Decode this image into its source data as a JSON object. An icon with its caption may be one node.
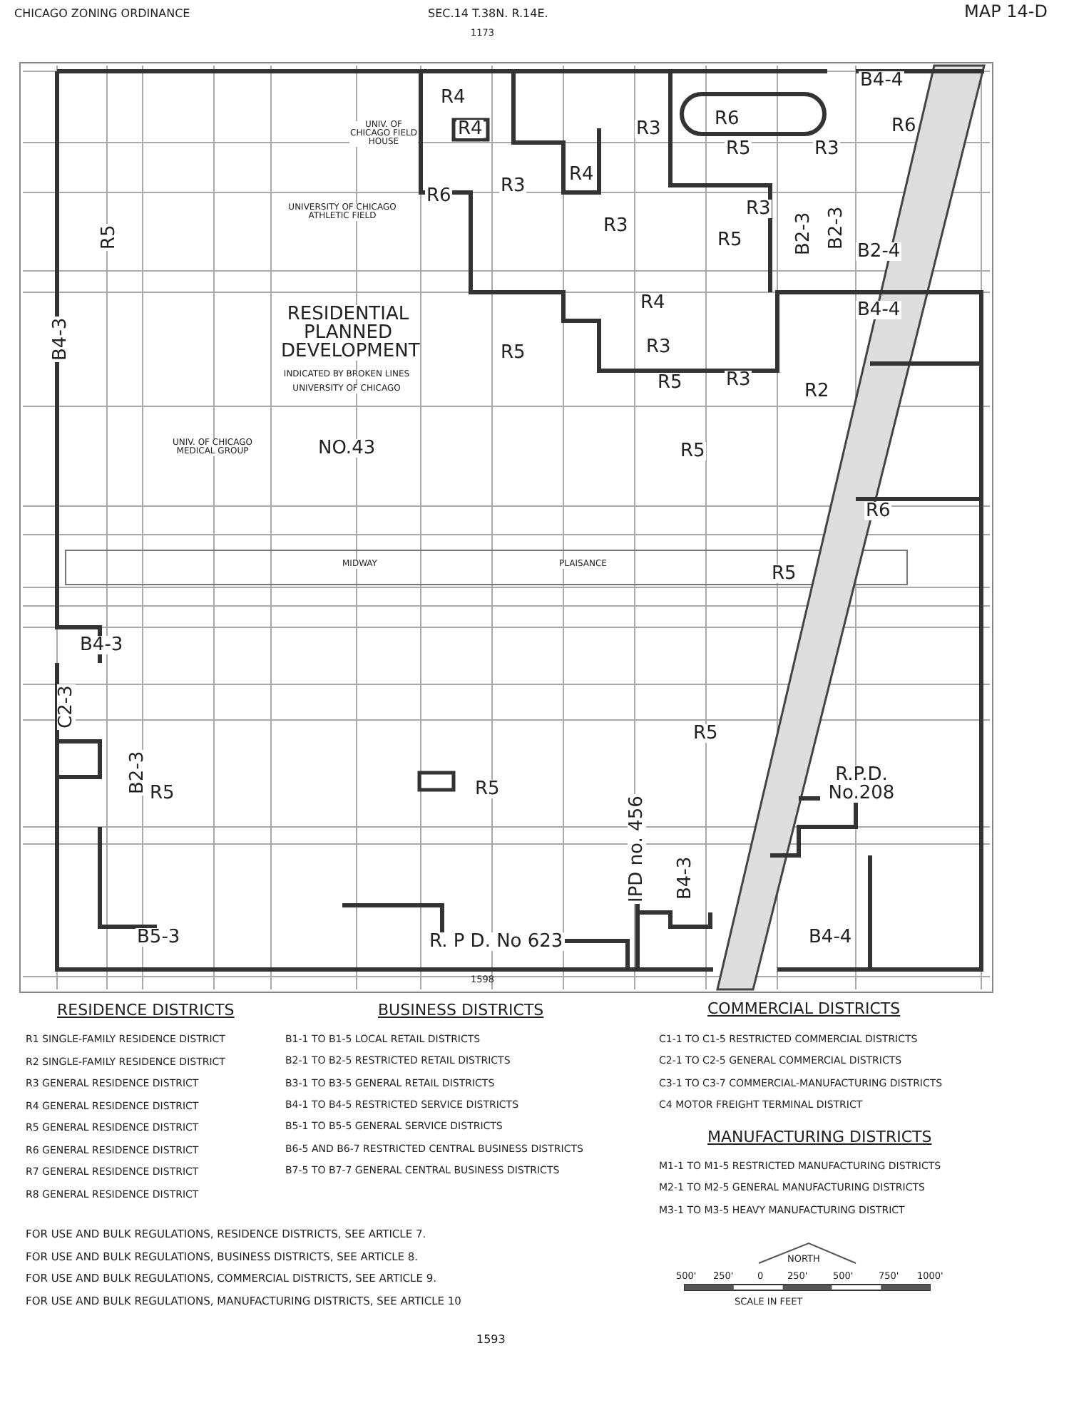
{
  "diagram": {
    "title": "MAP 14-D",
    "labels": [
      "CHICAGO ZONING ORDINANCE",
      "SEC.14 T.38N. R.14E.",
      "1173",
      "R6",
      "B4-4",
      "R4",
      "R4",
      "R3",
      "R4",
      "R6",
      "R5",
      "R3",
      "R3",
      "R6",
      "R5",
      "R3",
      "R3",
      "B2-3",
      "B2-3",
      "R5",
      "B2-4",
      "UNIV. OF CHICAGO FIELD HOUSE",
      "UNIVERSITY OF CHICAGO ATHLETIC FIELD",
      "B4-3",
      "RESIDENTIAL PLANNED DEVELOPMENT",
      "INDICATED BY BROKEN LINES",
      "UNIVERSITY OF CHICAGO",
      "NO.43",
      "R5",
      "R4",
      "R3",
      "R5",
      "R3",
      "B4-4",
      "R2",
      "UNIV. OF CHICAGO MEDICAL GROUP",
      "R5",
      "R6",
      "MIDWAY",
      "PLAISANCE",
      "R5",
      "B4-3",
      "C2-3",
      "R5",
      "B2-3",
      "R5",
      "R5",
      "R.P.D. No.208",
      "IPD no. 456",
      "B4-3",
      "B5-3",
      "R. P D. No 623",
      "B4-4",
      "1598",
      "RESIDENCE DISTRICTS",
      "R1 SINGLE-FAMILY RESIDENCE DISTRICT",
      "R2 SINGLE-FAMILY RESIDENCE DISTRICT",
      "R3 GENERAL RESIDENCE DISTRICT",
      "R4 GENERAL RESIDENCE DISTRICT",
      "R5 GENERAL RESIDENCE DISTRICT",
      "R6 GENERAL RESIDENCE DISTRICT",
      "R7 GENERAL RESIDENCE DISTRICT",
      "R8 GENERAL RESIDENCE DISTRICT",
      "BUSINESS DISTRICTS",
      "B1-1 TO B1-5 LOCAL RETAIL DISTRICTS",
      "B2-1 TO B2-5 RESTRICTED RETAIL DISTRICTS",
      "B3-1 TO B3-5 GENERAL RETAIL DISTRICTS",
      "B4-1 TO B4-5 RESTRICTED SERVICE DISTRICTS",
      "B5-1 TO B5-5 GENERAL SERVICE DISTRICTS",
      "B6-5 AND B6-7 RESTRICTED CENTRAL BUSINESS DISTRICTS",
      "B7-5 TO B7-7 GENERAL CENTRAL BUSINESS DISTRICTS",
      "COMMERCIAL DISTRICTS",
      "C1-1 TO C1-5 RESTRICTED COMMERCIAL DISTRICTS",
      "C2-1 TO C2-5 GENERAL COMMERCIAL DISTRICTS",
      "C3-1 TO C3-7 COMMERCIAL-MANUFACTURING DISTRICTS",
      "C4 MOTOR FREIGHT TERMINAL DISTRICT",
      "MANUFACTURING DISTRICTS",
      "M1-1 TO M1-5 RESTRICTED MANUFACTURING DISTRICTS",
      "M2-1 TO M2-5 GENERAL MANUFACTURING DISTRICTS",
      "M3-1 TO M3-5 HEAVY MANUFACTURING DISTRICT",
      "FOR USE AND BULK REGULATIONS, RESIDENCE DISTRICTS, SEE ARTICLE 7.",
      "FOR USE AND BULK REGULATIONS, BUSINESS DISTRICTS, SEE ARTICLE 8.",
      "FOR USE AND BULK REGULATIONS, COMMERCIAL DISTRICTS, SEE ARTICLE 9.",
      "FOR USE AND BULK REGULATIONS, MANUFACTURING DISTRICTS, SEE ARTICLE 10",
      "NORTH",
      "500'",
      "250'",
      "0",
      "250'",
      "500'",
      "750'",
      "1000'",
      "SCALE IN FEET",
      "1593"
    ]
  }
}
